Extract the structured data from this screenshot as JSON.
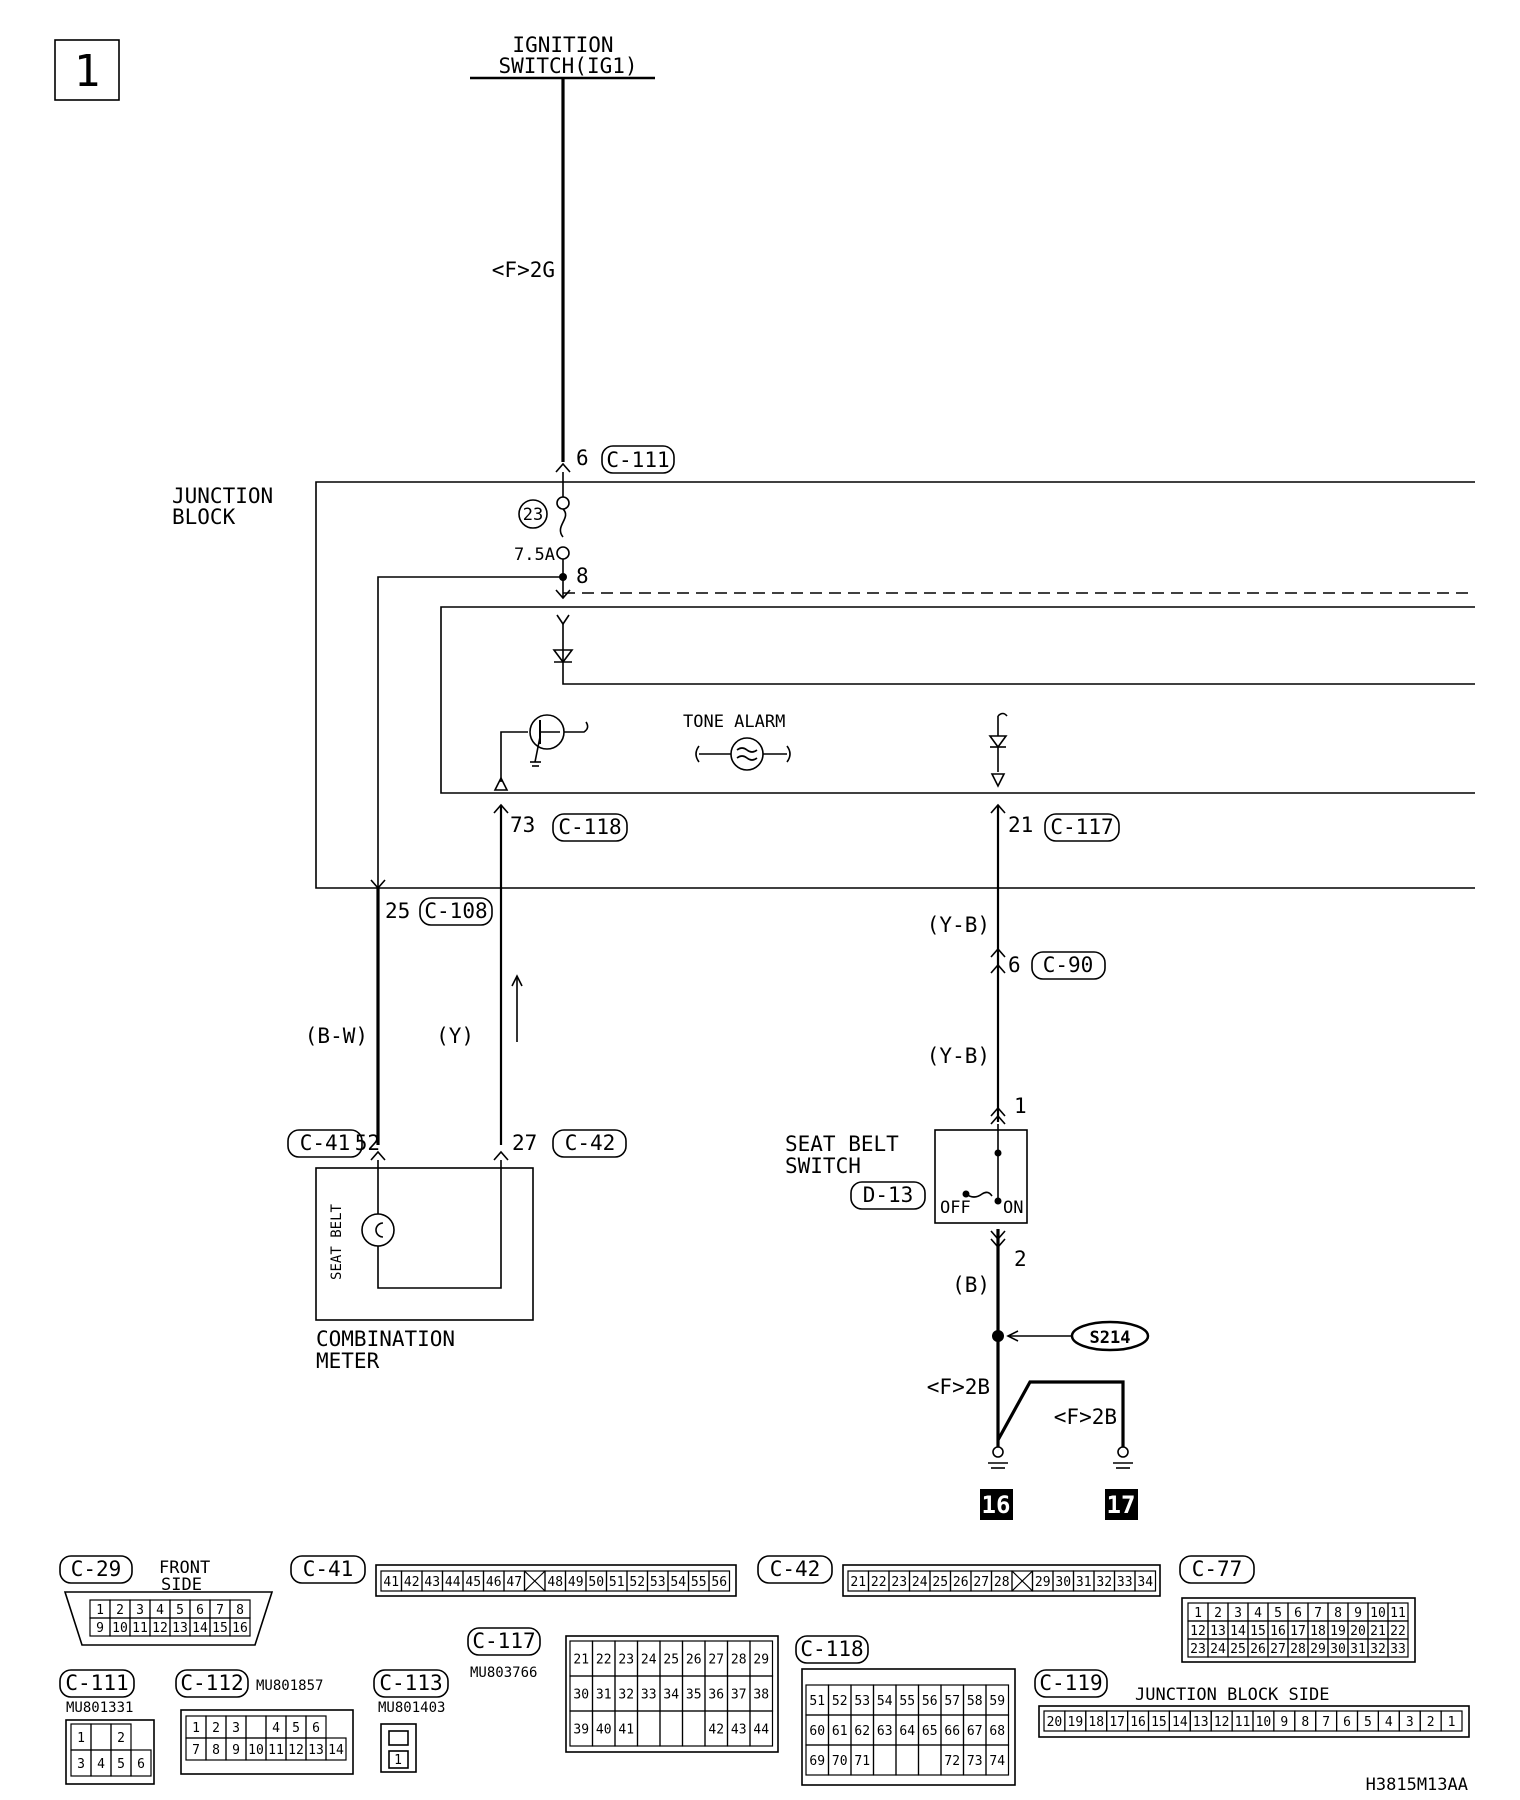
{
  "page_number": "1",
  "ignition_label": [
    "IGNITION",
    "SWITCH(IG1)"
  ],
  "junction_label": [
    "JUNCTION",
    "BLOCK"
  ],
  "wire_labels": {
    "f2g": "<F>2G",
    "bw": "(B-W)",
    "y": "(Y)",
    "yb1": "(Y-B)",
    "yb2": "(Y-B)",
    "b": "(B)",
    "f2b_a": "<F>2B",
    "f2b_b": "<F>2B"
  },
  "pins": {
    "p6_top": "6",
    "p8": "8",
    "p73": "73",
    "p21": "21",
    "p25": "25",
    "p6_c90": "6",
    "p1": "1",
    "p2": "2",
    "p52": "52",
    "p27": "27"
  },
  "connectors": {
    "c111": "C-111",
    "c118": "C-118",
    "c117": "C-117",
    "c108": "C-108",
    "c90": "C-90",
    "c41": "C-41",
    "c42": "C-42",
    "d13": "D-13"
  },
  "fuse": {
    "number": "23",
    "rating": "7.5A"
  },
  "tone_alarm": "TONE ALARM",
  "seat_belt_vertical": "SEAT BELT",
  "combination_meter": [
    "COMBINATION",
    "METER"
  ],
  "seat_belt_switch": [
    "SEAT BELT",
    "SWITCH"
  ],
  "switch_off": "OFF",
  "switch_on": "ON",
  "splice": "S214",
  "grounds": [
    "16",
    "17"
  ],
  "legend": {
    "c29": {
      "name": "C-29",
      "note": [
        "FRONT",
        "SIDE"
      ],
      "rows": [
        [
          "1",
          "2",
          "3",
          "4",
          "5",
          "6",
          "7",
          "8"
        ],
        [
          "9",
          "10",
          "11",
          "12",
          "13",
          "14",
          "15",
          "16"
        ]
      ]
    },
    "c41": {
      "name": "C-41",
      "pins": [
        "41",
        "42",
        "43",
        "44",
        "45",
        "46",
        "47",
        "X",
        "48",
        "49",
        "50",
        "51",
        "52",
        "53",
        "54",
        "55",
        "56"
      ]
    },
    "c42": {
      "name": "C-42",
      "pins": [
        "21",
        "22",
        "23",
        "24",
        "25",
        "26",
        "27",
        "28",
        "X",
        "29",
        "30",
        "31",
        "32",
        "33",
        "34"
      ]
    },
    "c77": {
      "name": "C-77",
      "rows": [
        [
          "1",
          "2",
          "3",
          "4",
          "5",
          "6",
          "7",
          "8",
          "9",
          "10",
          "11"
        ],
        [
          "12",
          "13",
          "14",
          "15",
          "16",
          "17",
          "18",
          "19",
          "20",
          "21",
          "22"
        ],
        [
          "23",
          "24",
          "25",
          "26",
          "27",
          "28",
          "29",
          "30",
          "31",
          "32",
          "33"
        ]
      ]
    },
    "c111": {
      "name": "C-111",
      "part": "MU801331",
      "rows": [
        [
          "1",
          "",
          "2"
        ],
        [
          "3",
          "4",
          "5",
          "6"
        ]
      ]
    },
    "c112": {
      "name": "C-112",
      "part": "MU801857",
      "rows": [
        [
          "1",
          "2",
          "3",
          "",
          "4",
          "5",
          "6"
        ],
        [
          "7",
          "8",
          "9",
          "10",
          "11",
          "12",
          "13",
          "14"
        ]
      ]
    },
    "c113": {
      "name": "C-113",
      "part": "MU801403",
      "pin": "1"
    },
    "c117": {
      "name": "C-117",
      "part": "MU803766",
      "rows": [
        [
          "21",
          "22",
          "23",
          "24",
          "25",
          "26",
          "27",
          "28",
          "29"
        ],
        [
          "30",
          "31",
          "32",
          "33",
          "34",
          "35",
          "36",
          "37",
          "38"
        ],
        [
          "39",
          "40",
          "41",
          "",
          "",
          "",
          "42",
          "43",
          "44"
        ]
      ]
    },
    "c118": {
      "name": "C-118",
      "rows": [
        [
          "51",
          "52",
          "53",
          "54",
          "55",
          "56",
          "57",
          "58",
          "59"
        ],
        [
          "60",
          "61",
          "62",
          "63",
          "64",
          "65",
          "66",
          "67",
          "68"
        ],
        [
          "69",
          "70",
          "71",
          "",
          "",
          "",
          "72",
          "73",
          "74"
        ]
      ]
    },
    "c119": {
      "name": "C-119",
      "note": "JUNCTION BLOCK SIDE",
      "pins": [
        "20",
        "19",
        "18",
        "17",
        "16",
        "15",
        "14",
        "13",
        "12",
        "11",
        "10",
        "9",
        "8",
        "7",
        "6",
        "5",
        "4",
        "3",
        "2",
        "1"
      ]
    }
  },
  "figure_code": "H3815M13AA"
}
